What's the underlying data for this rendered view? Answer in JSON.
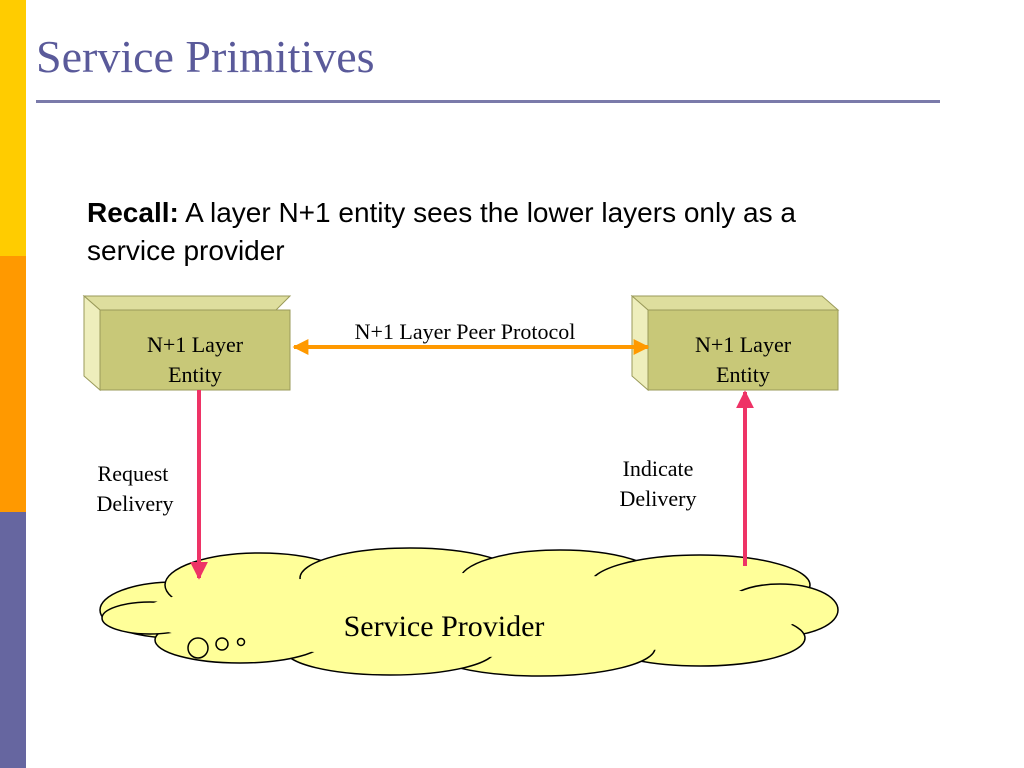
{
  "slide": {
    "title": "Service Primitives",
    "recall_label": "Recall:",
    "recall_line1": " A layer N+1 entity sees the lower layers only as a",
    "recall_line2": "service provider"
  },
  "diagram": {
    "left_entity": {
      "line1": "N+1 Layer",
      "line2": "Entity"
    },
    "right_entity": {
      "line1": "N+1 Layer",
      "line2": "Entity"
    },
    "peer_protocol_label": "N+1 Layer Peer Protocol",
    "request_label": {
      "line1": "Request",
      "line2": "Delivery"
    },
    "indicate_label": {
      "line1": "Indicate",
      "line2": "Delivery"
    },
    "service_provider_label": "Service Provider"
  },
  "colors": {
    "sidebar_top": "#FFCC00",
    "sidebar_mid": "#FF9900",
    "sidebar_bottom": "#6666A0",
    "title": "#5A5A9A",
    "entity_box": "#C8C878",
    "peer_arrow": "#FF9900",
    "delivery_arrow": "#EE3366",
    "cloud_fill": "#FFFF99"
  }
}
